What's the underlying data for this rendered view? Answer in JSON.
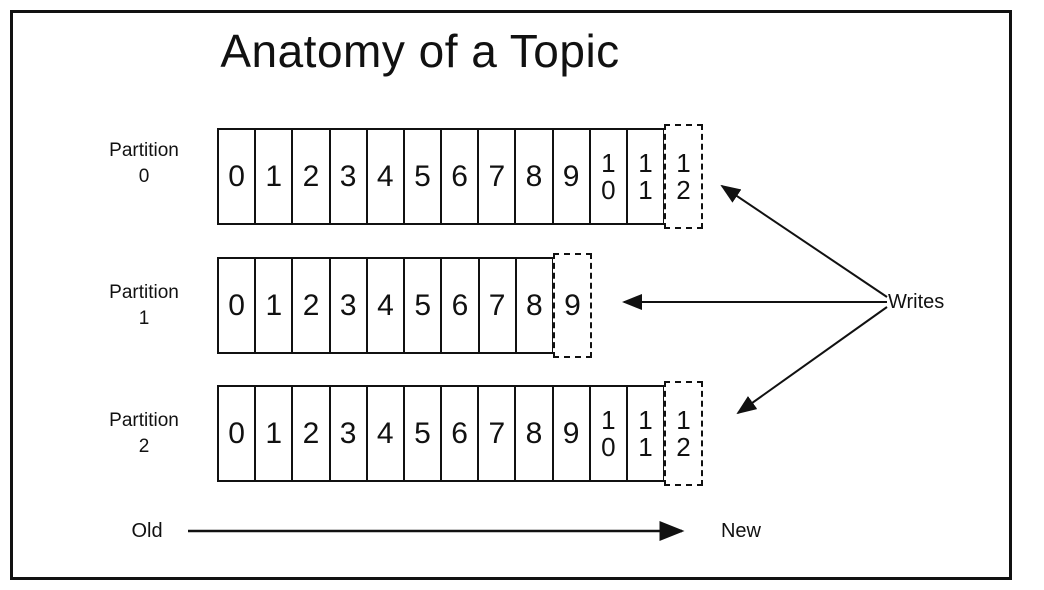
{
  "title": "Anatomy of a Topic",
  "writes": {
    "label": "Writes"
  },
  "axis": {
    "old": "Old",
    "new": "New"
  },
  "partitions": [
    {
      "name": "Partition",
      "number": "0",
      "cells": [
        "0",
        "1",
        "2",
        "3",
        "4",
        "5",
        "6",
        "7",
        "8",
        "9",
        "10",
        "11"
      ],
      "next_cell": "12"
    },
    {
      "name": "Partition",
      "number": "1",
      "cells": [
        "0",
        "1",
        "2",
        "3",
        "4",
        "5",
        "6",
        "7",
        "8"
      ],
      "next_cell": "9"
    },
    {
      "name": "Partition",
      "number": "2",
      "cells": [
        "0",
        "1",
        "2",
        "3",
        "4",
        "5",
        "6",
        "7",
        "8",
        "9",
        "10",
        "11"
      ],
      "next_cell": "12"
    }
  ],
  "colors": {
    "line": "#111111",
    "background": "#ffffff"
  }
}
